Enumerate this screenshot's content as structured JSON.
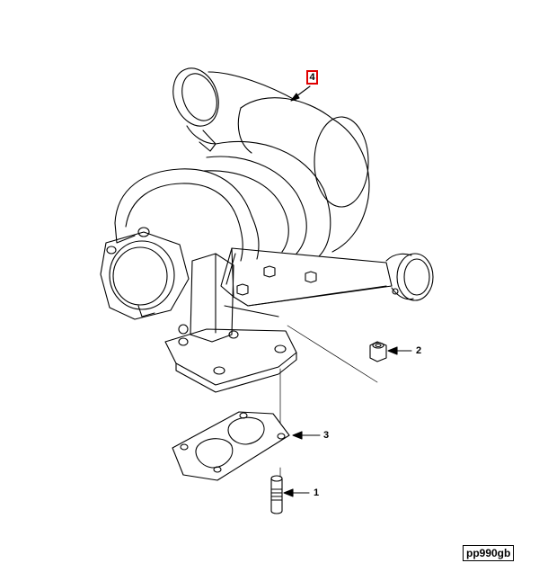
{
  "diagram": {
    "callouts": [
      {
        "id": "1",
        "label": "1"
      },
      {
        "id": "2",
        "label": "2"
      },
      {
        "id": "3",
        "label": "3"
      },
      {
        "id": "4",
        "label": "4",
        "highlight_color": "#e00000"
      }
    ],
    "reference_code": "pp990gb"
  },
  "colors": {
    "line": "#000000",
    "background": "#ffffff",
    "highlight": "#e00000"
  }
}
